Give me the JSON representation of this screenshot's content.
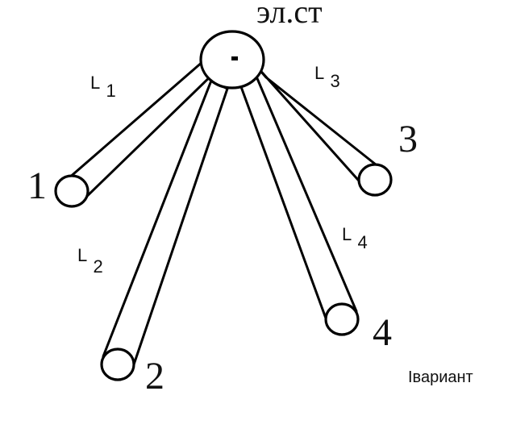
{
  "title": "эл.ст",
  "variant_label": "Iвариант",
  "stations": [
    {
      "number": "1",
      "length_letter": "L",
      "length_index": "1"
    },
    {
      "number": "2",
      "length_letter": "L",
      "length_index": "2"
    },
    {
      "number": "3",
      "length_letter": "L",
      "length_index": "3"
    },
    {
      "number": "4",
      "length_letter": "L",
      "length_index": "4"
    }
  ]
}
